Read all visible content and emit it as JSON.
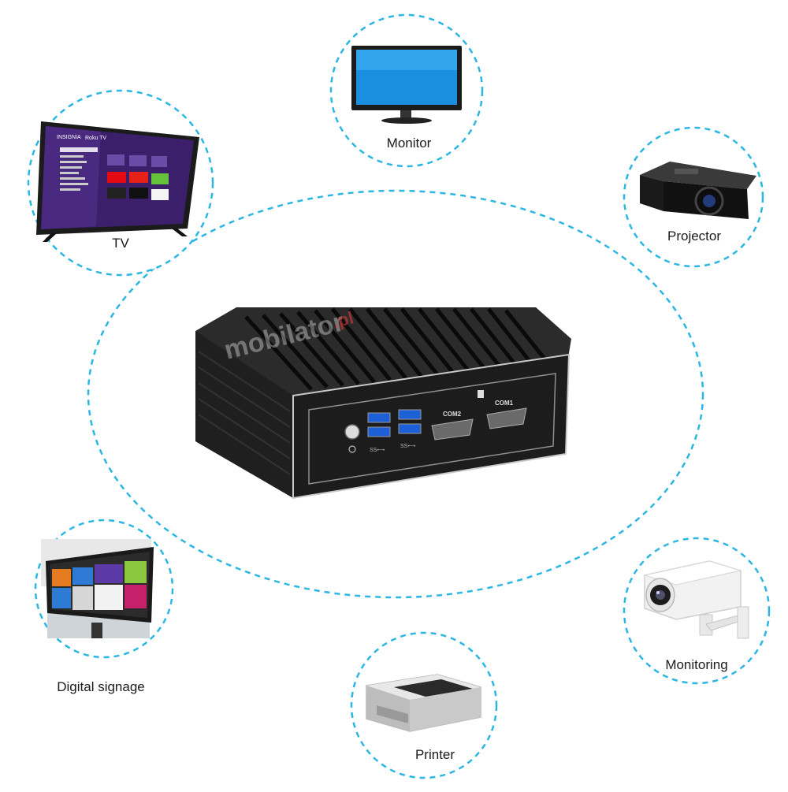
{
  "devices": {
    "tv": {
      "label": "TV",
      "screen_brand": "INSIGNIA",
      "screen_os": "Roku TV"
    },
    "monitor": {
      "label": "Monitor"
    },
    "projector": {
      "label": "Projector"
    },
    "signage": {
      "label": "Digital signage"
    },
    "monitoring": {
      "label": "Monitoring"
    },
    "printer": {
      "label": "Printer"
    }
  },
  "minipc": {
    "watermark": "mobilator",
    "watermark_suffix": ".pl",
    "port_com2": "COM2",
    "port_com1": "COM1",
    "usb_mark_a": "SS⟷",
    "usb_mark_b": "SS⟷"
  },
  "colors": {
    "dash_ring": "#2bb6e3",
    "body": "#1c1c1c",
    "accent_usb": "#1d5fd6"
  }
}
